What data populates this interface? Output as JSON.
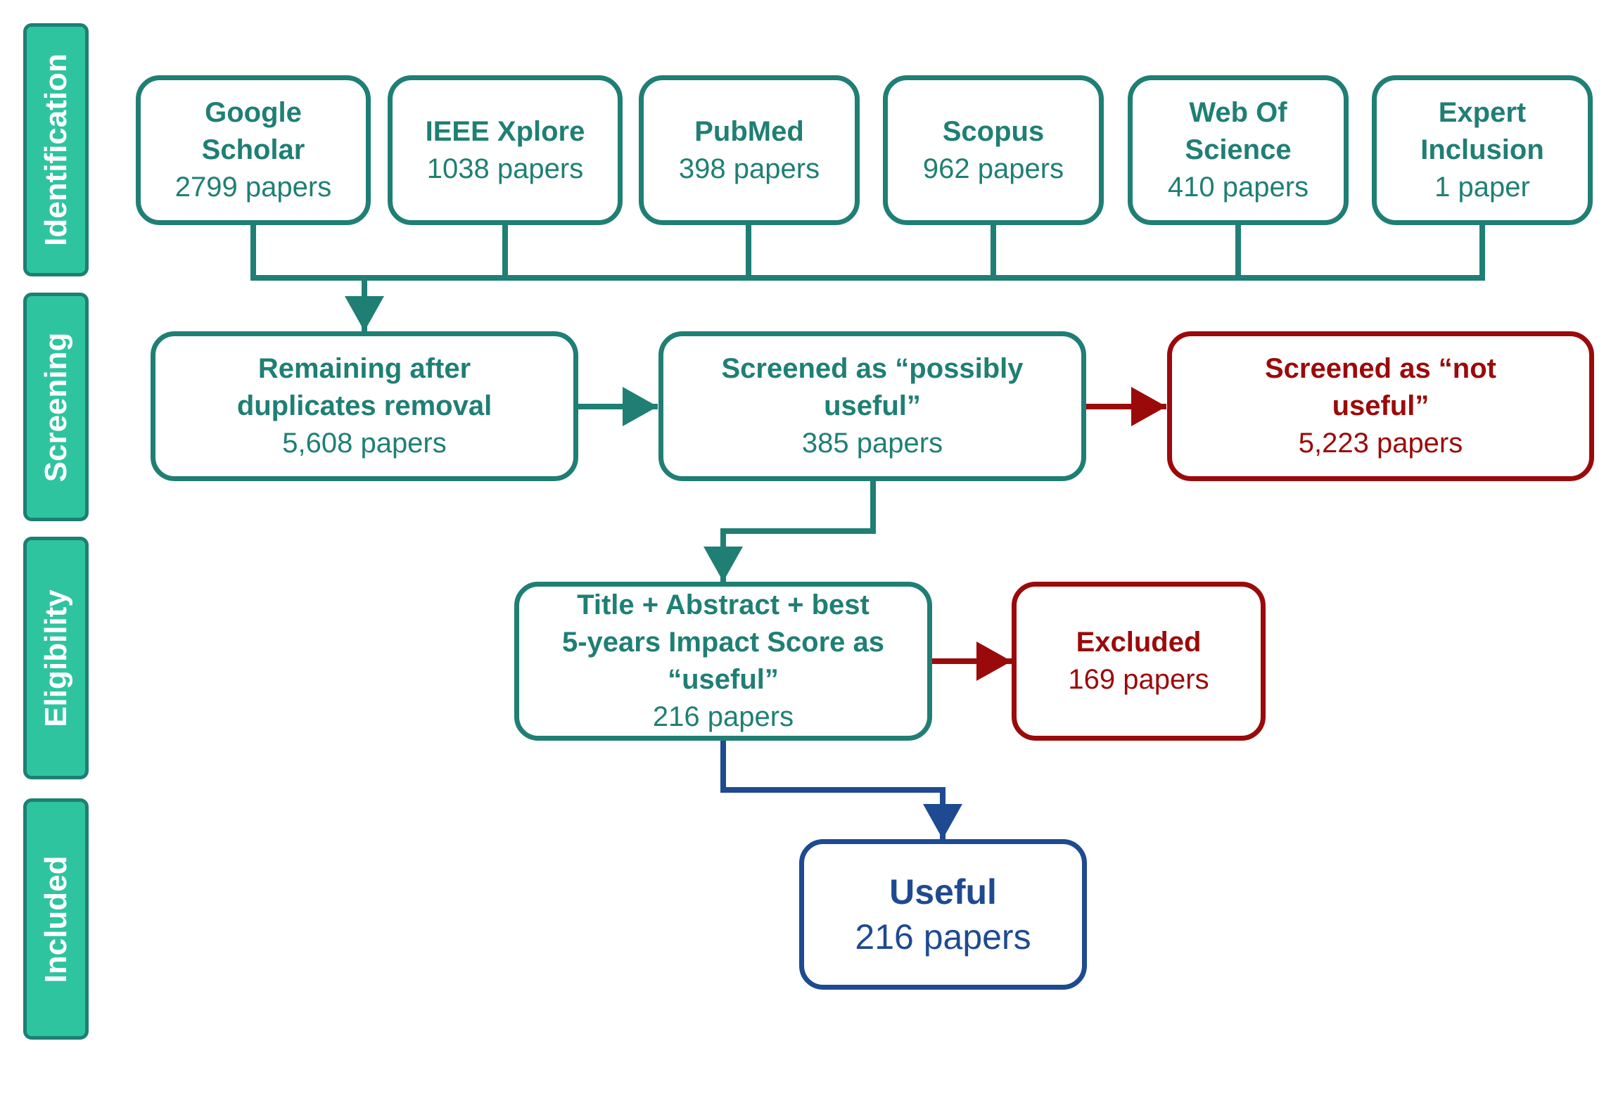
{
  "stages": [
    "Identification",
    "Screening",
    "Eligibility",
    "Included"
  ],
  "sources": [
    {
      "title": "Google\nScholar",
      "count": "2799 papers"
    },
    {
      "title": "IEEE Xplore",
      "count": "1038 papers"
    },
    {
      "title": "PubMed",
      "count": "398 papers"
    },
    {
      "title": "Scopus",
      "count": "962 papers"
    },
    {
      "title": "Web Of\nScience",
      "count": "410 papers"
    },
    {
      "title": "Expert\nInclusion",
      "count": "1 paper"
    }
  ],
  "dedup": {
    "title": "Remaining after\nduplicates removal",
    "count": "5,608 papers"
  },
  "possibly_useful": {
    "title": "Screened as “possibly\nuseful”",
    "count": "385 papers"
  },
  "not_useful": {
    "title": "Screened as “not\nuseful”",
    "count": "5,223 papers"
  },
  "eligible": {
    "title": "Title + Abstract + best\n5-years Impact Score as\n“useful”",
    "count": "216 papers"
  },
  "excluded": {
    "title": "Excluded",
    "count": "169 papers"
  },
  "useful": {
    "title": "Useful",
    "count": "216 papers"
  },
  "colors": {
    "teal": "#1f7f74",
    "stage_fill": "#2ec4a0",
    "red": "#9b0a0a",
    "blue": "#1e4a91"
  }
}
